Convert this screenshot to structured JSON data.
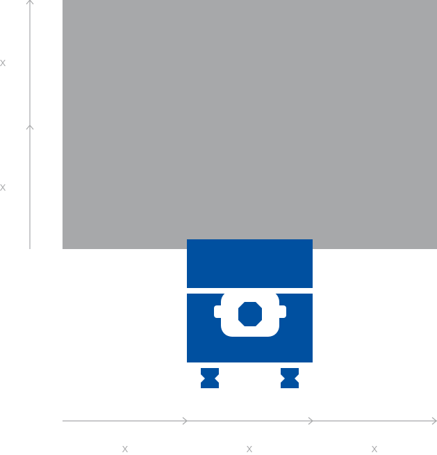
{
  "colors": {
    "wall": "#a7a8aa",
    "device": "#0050a0",
    "detail": "#ffffff",
    "dimension": "#a7a8aa"
  },
  "vertical_dimensions": {
    "upper_label": "X",
    "lower_label": "X"
  },
  "horizontal_dimensions": {
    "left_label": "X",
    "middle_label": "X",
    "right_label": "X"
  },
  "icons": {
    "device": "wall-mounted-unit-icon"
  }
}
